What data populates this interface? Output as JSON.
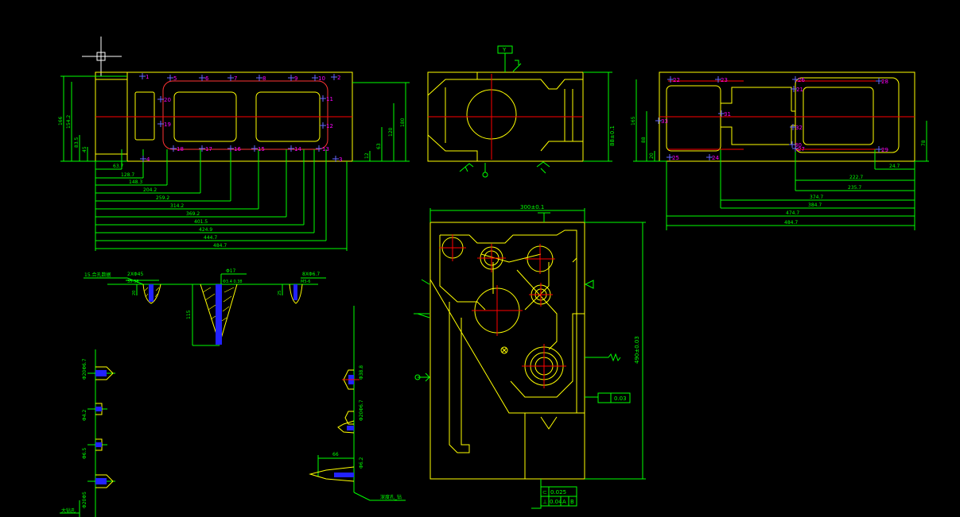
{
  "drawing": {
    "colors": {
      "background": "#000000",
      "outline": "#ffff00",
      "dimension": "#00ff00",
      "center": "#ff0000",
      "hole_mark": "#ff00ff",
      "point": "#6666ff",
      "cursor": "#ffffff",
      "section_fill": "#2222ff"
    },
    "cursor_icon": "crosshair-cursor-icon",
    "plan_view": {
      "points": [
        "1",
        "2",
        "3",
        "4",
        "5",
        "6",
        "7",
        "8",
        "9",
        "10",
        "11",
        "12",
        "13",
        "14",
        "15",
        "16",
        "17",
        "18",
        "19",
        "20"
      ],
      "dims_horizontal": [
        "63.7",
        "128.7",
        "148.3",
        "204.2",
        "259.2",
        "314.2",
        "369.2",
        "401.5",
        "424.9",
        "444.7",
        "484.7"
      ],
      "dims_vertical_left": [
        "166",
        "154.2",
        "83.5",
        "45"
      ],
      "dims_vertical_right": [
        "180",
        "120",
        "63",
        "12"
      ]
    },
    "front_view": {
      "datum": "Y",
      "dim_height": "88±0.1"
    },
    "right_view": {
      "points": [
        "21",
        "22",
        "23",
        "24",
        "25",
        "26",
        "27",
        "28",
        "29",
        "30",
        "31",
        "32",
        "33"
      ],
      "dims_horizontal": [
        "24.7",
        "222.7",
        "235.7",
        "374.7",
        "384.7",
        "474.7",
        "484.7"
      ],
      "dims_vertical_left": [
        "165",
        "88",
        "20"
      ],
      "dims_vertical_right": [
        "78"
      ]
    },
    "main_view": {
      "dim_width": "300±0.1",
      "dim_height": "490±0.03",
      "tol_flatness": "0.03",
      "fcf_row1": {
        "sym": "⊂",
        "value": "0.025",
        "datum": ""
      },
      "fcf_row2": {
        "sym": "⊥",
        "value": "0.04",
        "datum_a": "A",
        "datum_b": "B"
      }
    },
    "hole_details_top": {
      "leader_label": "15.合孔数据",
      "hole_a": "2XΦ45",
      "hole_a_sub": "35-38",
      "hole_b": "Φ17",
      "hole_b_sub": "Φ3.4 0.38",
      "hole_c": "8XΦ6.7",
      "hole_c_sub": "M5-6",
      "depth_b": "115",
      "depth_a": "20",
      "depth_c": "25"
    },
    "hole_details_left": {
      "labels": [
        "Φ20Φ6.7",
        "Φ4.2",
        "Φ6.5",
        "Φ20Φ5"
      ],
      "note": "大钻孔"
    },
    "hole_details_right": {
      "labels": [
        "Φ38.8",
        "Φ20Φ6.7",
        "Φ6.2"
      ],
      "dim": "66",
      "note": "深度孔_钻"
    }
  }
}
